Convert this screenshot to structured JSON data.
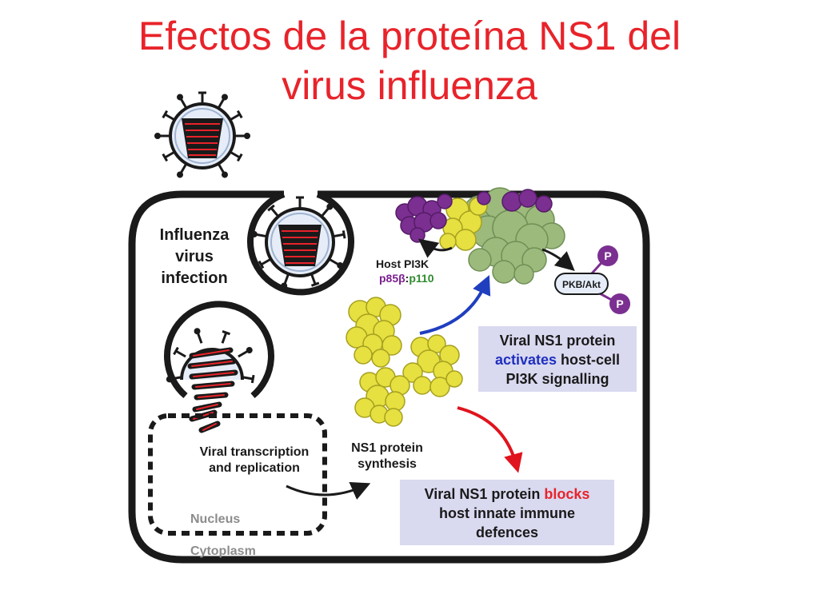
{
  "title": {
    "line1": "Efectos de la proteína NS1 del",
    "line2": "virus influenza"
  },
  "labels": {
    "influenza_line1": "Influenza",
    "influenza_line2": "virus",
    "influenza_line3": "infection",
    "host_pi3k": "Host PI3K",
    "p85b": "p85β",
    "colon": ":",
    "p110": "p110",
    "pkb_akt": "PKB/Akt",
    "phospho": "P",
    "transcription_line1": "Viral transcription",
    "transcription_line2": "and replication",
    "ns1_synth_line1": "NS1 protein",
    "ns1_synth_line2": "synthesis",
    "nucleus": "Nucleus",
    "cytoplasm": "Cytoplasm"
  },
  "box_activates": {
    "pre": "Viral ",
    "ns1": "NS1",
    "mid": " protein",
    "verb": "activates",
    "rest": " host-cell",
    "line3": "PI3K signalling"
  },
  "box_blocks": {
    "pre": "Viral ",
    "ns1": "NS1",
    "mid": " protein ",
    "verb": "blocks",
    "line2": "host innate immune",
    "line3": "defences"
  },
  "colors": {
    "title": "#e8232a",
    "activates_text": "#1f2fbf",
    "blocks_text": "#e8232a",
    "p85b_text": "#7b1f8f",
    "p110_text": "#2e8b2e",
    "blue_arrow": "#1f3fbf",
    "red_arrow": "#e0141e",
    "box_fill": "#d9d9f0",
    "yellow_protein": "#e6e040",
    "green_protein": "#9dba7d",
    "purple_protein": "#7b2f91"
  }
}
